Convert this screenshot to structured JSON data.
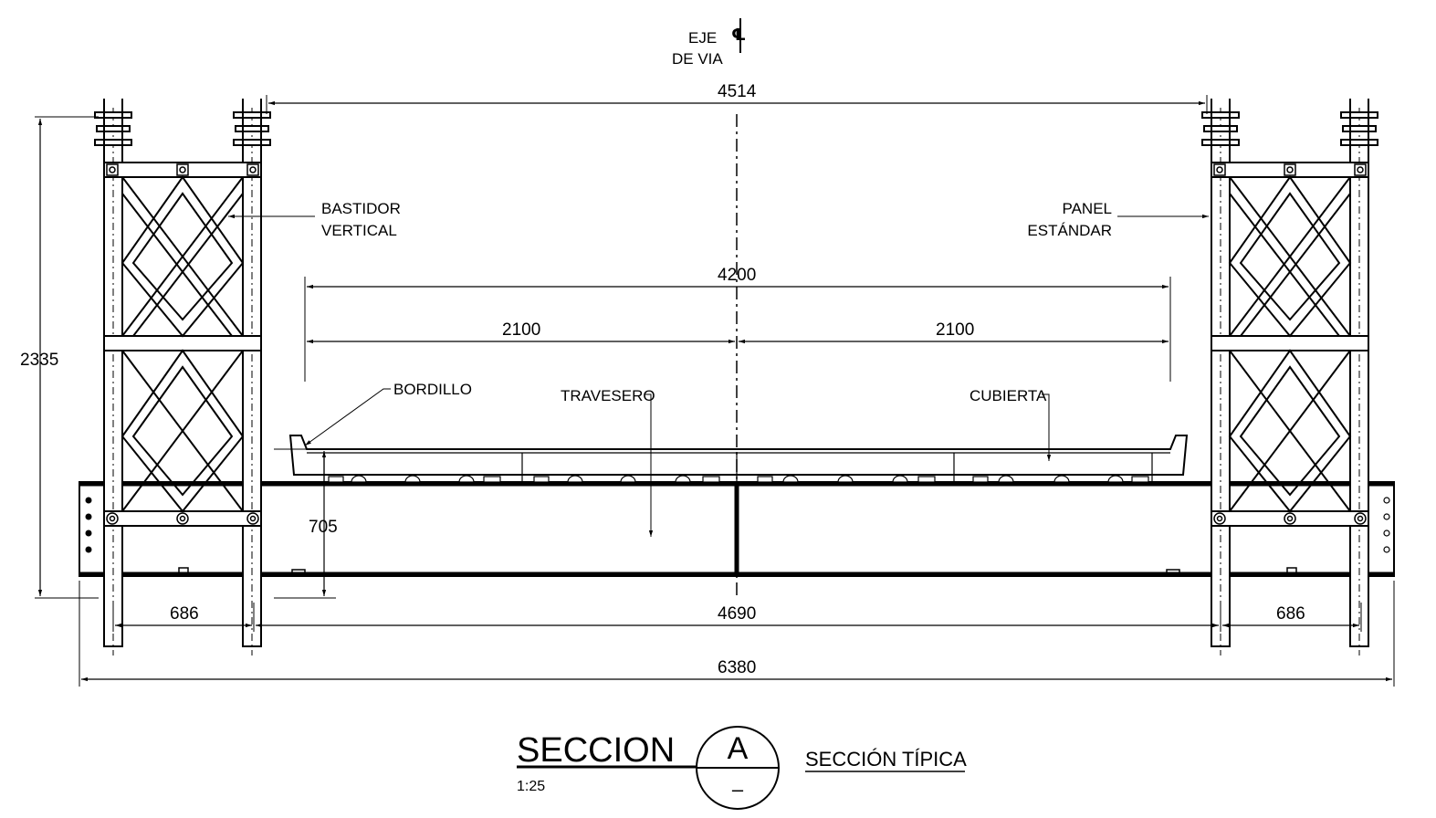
{
  "axis_label": {
    "line1": "EJE",
    "line2": "DE VIA",
    "symbol": "℄"
  },
  "dimensions": {
    "top_span": "4514",
    "left_height": "2335",
    "inner_span": "4200",
    "half_left": "2100",
    "half_right": "2100",
    "beam_height": "705",
    "frame_left": "686",
    "frame_right": "686",
    "center_span": "4690",
    "overall": "6380"
  },
  "labels": {
    "bastidor": {
      "line1": "BASTIDOR",
      "line2": "VERTICAL"
    },
    "panel": {
      "line1": "PANEL",
      "line2": "ESTÁNDAR"
    },
    "bordillo": "BORDILLO",
    "travesero": "TRAVESERO",
    "cubierta": "CUBIERTA"
  },
  "title_block": {
    "title": "SECCION",
    "scale": "1:25",
    "mark": "A",
    "sheet": "–",
    "subtitle": "SECCIÓN TÍPICA"
  }
}
